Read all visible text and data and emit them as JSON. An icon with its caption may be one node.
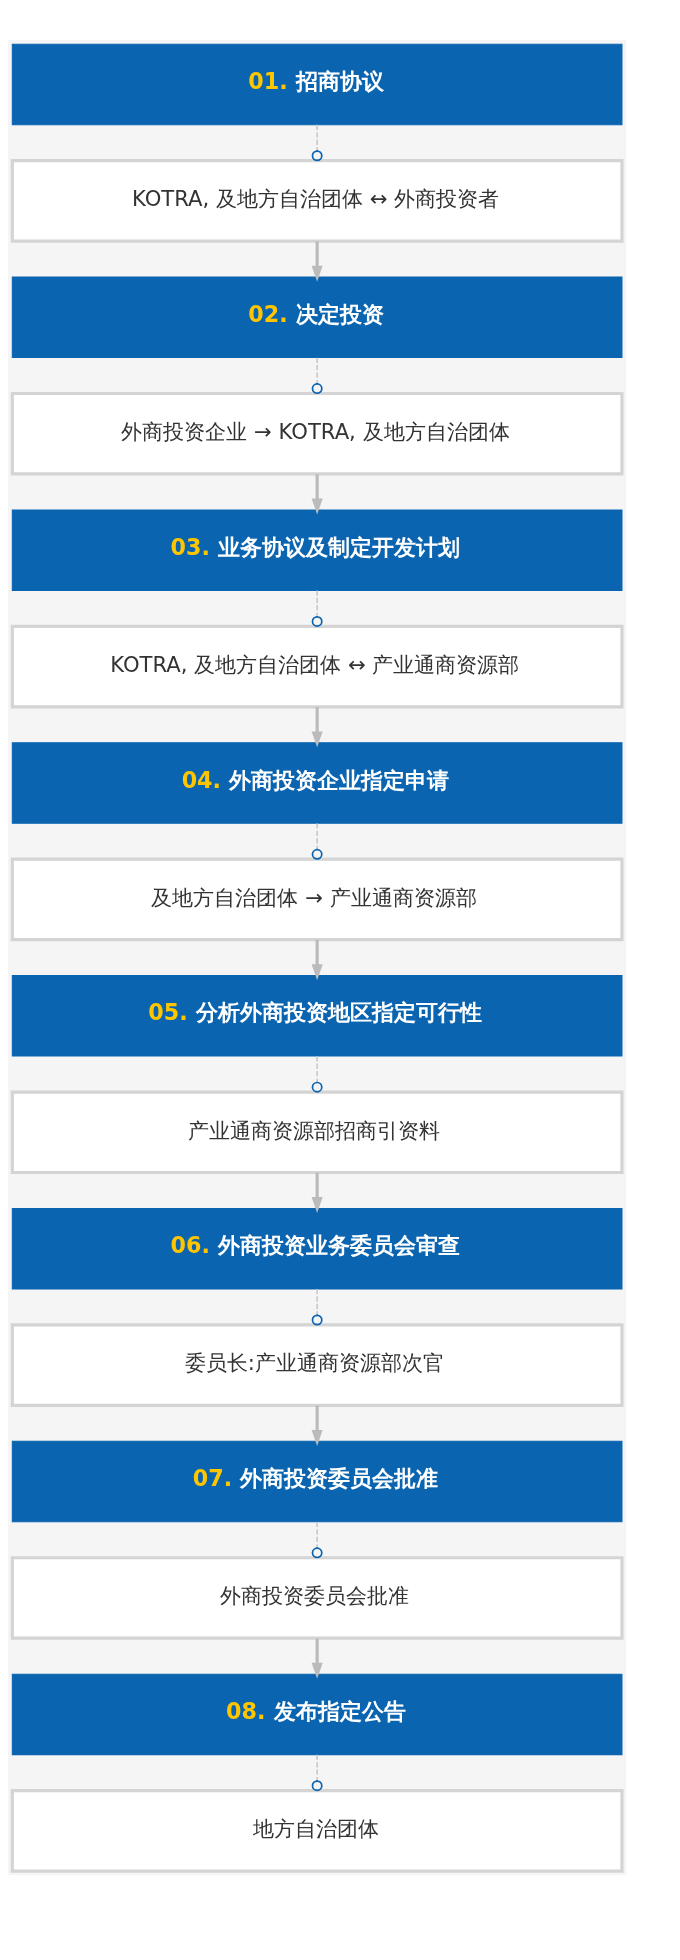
{
  "diagram": {
    "nodes": [
      {
        "text": [
          "01.",
          "招商协议"
        ]
      },
      {
        "text": [
          "KOTRA, 及地方自治团体 ↔ 外商投资者"
        ]
      },
      {
        "text": [
          "02.",
          "决定投资"
        ]
      },
      {
        "text": [
          "外商投资企业 → KOTRA, 及地方自治团体"
        ]
      },
      {
        "text": [
          "03.",
          "业务协议及制定开发计划"
        ]
      },
      {
        "text": [
          "KOTRA, 及地方自治团体 ↔ 产业通商资源部"
        ]
      },
      {
        "text": [
          "04.",
          "外商投资企业指定申请"
        ]
      },
      {
        "text": [
          "及地方自治团体 → 产业通商资源部"
        ]
      },
      {
        "text": [
          "05.",
          "分析外商投资地区指定可行性"
        ]
      },
      {
        "text": [
          "产业通商资源部招商引资料"
        ]
      },
      {
        "text": [
          "06.",
          "外商投资业务委员会审查"
        ]
      },
      {
        "text": [
          "委员长:产业通商资源部次官"
        ]
      },
      {
        "text": [
          "07.",
          "外商投资委员会批准"
        ]
      },
      {
        "text": [
          "外商投资委员会批准"
        ]
      },
      {
        "text": [
          "08.",
          "发布指定公告"
        ]
      },
      {
        "text": [
          "地方自治团体"
        ]
      }
    ],
    "edges": [
      {
        "from": 0,
        "to": 1,
        "arrow": "other",
        "style": "dashed"
      },
      {
        "from": 1,
        "to": 2,
        "arrow": "to",
        "color": "#bbbbbb"
      },
      {
        "from": 2,
        "to": 3,
        "arrow": "other",
        "style": "dashed"
      },
      {
        "from": 3,
        "to": 4,
        "arrow": "to",
        "color": "#bbbbbb"
      },
      {
        "from": 4,
        "to": 5,
        "arrow": "other",
        "style": "dashed"
      },
      {
        "from": 5,
        "to": 6,
        "arrow": "to",
        "color": "#bbbbbb"
      },
      {
        "from": 6,
        "to": 7,
        "arrow": "other",
        "style": "dashed"
      },
      {
        "from": 7,
        "to": 8,
        "arrow": "to",
        "color": "#bbbbbb"
      },
      {
        "from": 8,
        "to": 9,
        "arrow": "other",
        "style": "dashed"
      },
      {
        "from": 9,
        "to": 10,
        "arrow": "to",
        "color": "#bbbbbb"
      },
      {
        "from": 10,
        "to": 11,
        "arrow": "other",
        "style": "dashed"
      },
      {
        "from": 11,
        "to": 12,
        "arrow": "to",
        "color": "#bbbbbb"
      },
      {
        "from": 12,
        "to": 13,
        "arrow": "other",
        "style": "dashed"
      },
      {
        "from": 13,
        "to": 14,
        "arrow": "to",
        "color": "#bbbbbb"
      },
      {
        "from": 14,
        "to": 15,
        "arrow": "other",
        "style": "dashed"
      }
    ]
  }
}
